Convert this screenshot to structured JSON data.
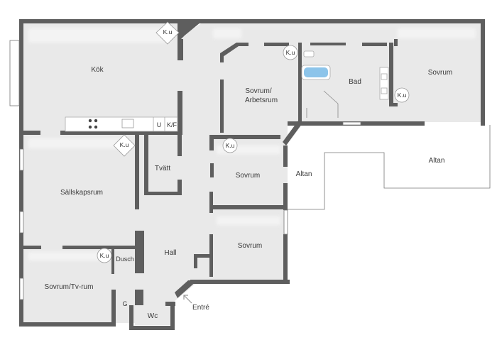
{
  "rooms": {
    "kok": "Kök",
    "sovrum_arbetsrum_1": "Sovrum/",
    "sovrum_arbetsrum_2": "Arbetsrum",
    "bad": "Bad",
    "sovrum_ne": "Sovrum",
    "tvatt": "Tvätt",
    "sovrum_mid": "Sovrum",
    "altan_small": "Altan",
    "altan_large": "Altan",
    "sallskapsrum": "Sällskapsrum",
    "sovrum_se": "Sovrum",
    "hall": "Hall",
    "dusch": "Dusch",
    "sovrum_tv": "Sovrum/Tv-rum",
    "g": "G",
    "wc": "Wc",
    "entre": "Entré"
  },
  "fixtures": {
    "u": "U",
    "kf": "K/F"
  },
  "closet_badge": "K.u",
  "colors": {
    "wall": "#5e5e5e",
    "floor": "#e9e9e9",
    "bathtub": "#8cc4ea",
    "text": "#3a3a3a"
  }
}
